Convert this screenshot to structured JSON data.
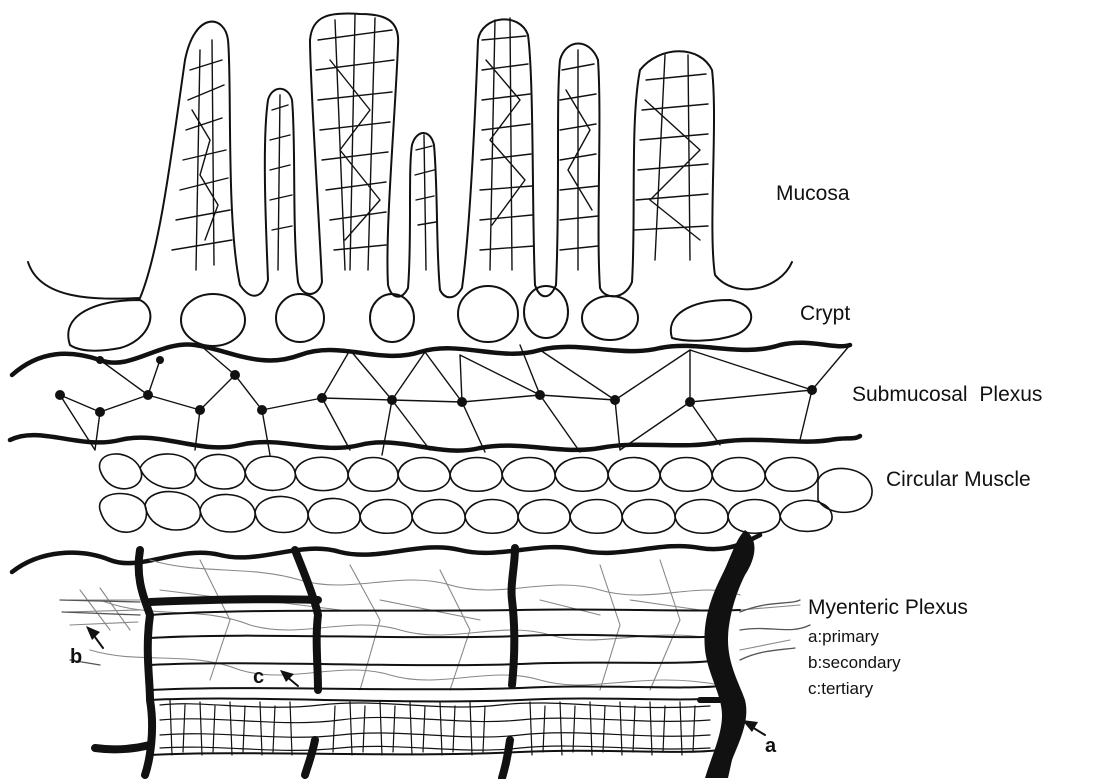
{
  "labels": {
    "mucosa": "Mucosa",
    "crypt": "Crypt",
    "submucosal_plexus": "Submucosal Plexus",
    "circular_muscle": "Circular Muscle",
    "myenteric_plexus": "Myenteric Plexus",
    "a_primary": "a:primary",
    "b_secondary": "b:secondary",
    "c_tertiary": "c:tertiary"
  },
  "pointers": {
    "a": "a",
    "b": "b",
    "c": "c"
  }
}
